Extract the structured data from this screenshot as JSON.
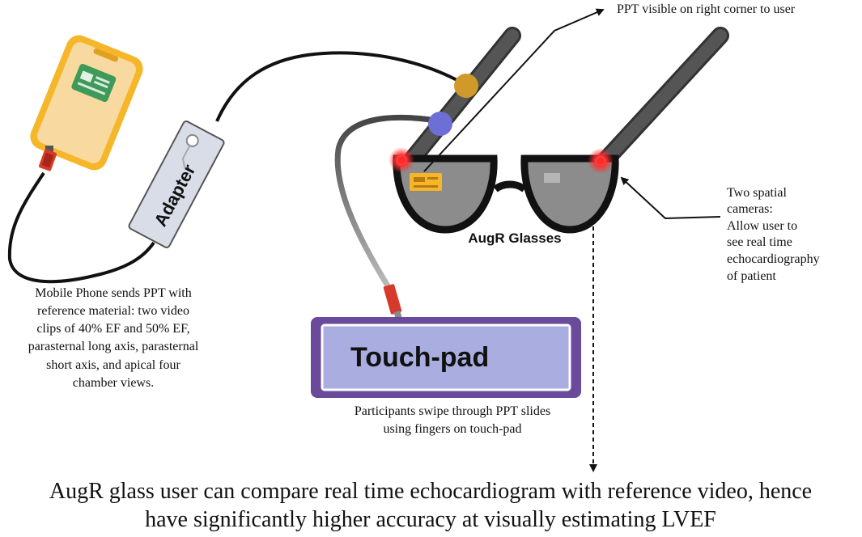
{
  "labels": {
    "ppt_visible": "PPT visible on right corner to user",
    "adapter": "Adapter",
    "augr_glasses": "AugR Glasses",
    "touch_pad": "Touch-pad",
    "cameras": [
      "Two spatial",
      "cameras:",
      "Allow user to",
      "see real time",
      "echocardiography",
      "of patient"
    ],
    "phone_note": [
      "Mobile Phone sends PPT with",
      "reference material: two video",
      "clips of 40% EF and 50% EF,",
      "parasternal long axis, parasternal",
      "short axis, and apical four",
      "chamber views."
    ],
    "touchpad_note": [
      "Participants swipe through PPT slides",
      "using fingers on touch-pad"
    ],
    "conclusion": [
      "AugR glass user can compare real time echocardiogram with reference video, hence",
      "have significantly higher accuracy at visually estimating LVEF"
    ]
  },
  "colors": {
    "phone_body": "#f5b62a",
    "phone_screen": "#f8d9a0",
    "card_green": "#3f9a5a",
    "connector_red": "#d63a2a",
    "temple_gray": "#555555",
    "lens_gray": "#8c8c8c",
    "frame_black": "#111111",
    "knob_gold": "#cf9a2a",
    "knob_blue": "#6d6fd6",
    "camera_red": "#ff2a2a",
    "touchpad_frame": "#6a4a9a",
    "touchpad_fill": "#a9ade0",
    "slide_yellow": "#f5b62a",
    "adapter_fill": "#d9dde8"
  }
}
